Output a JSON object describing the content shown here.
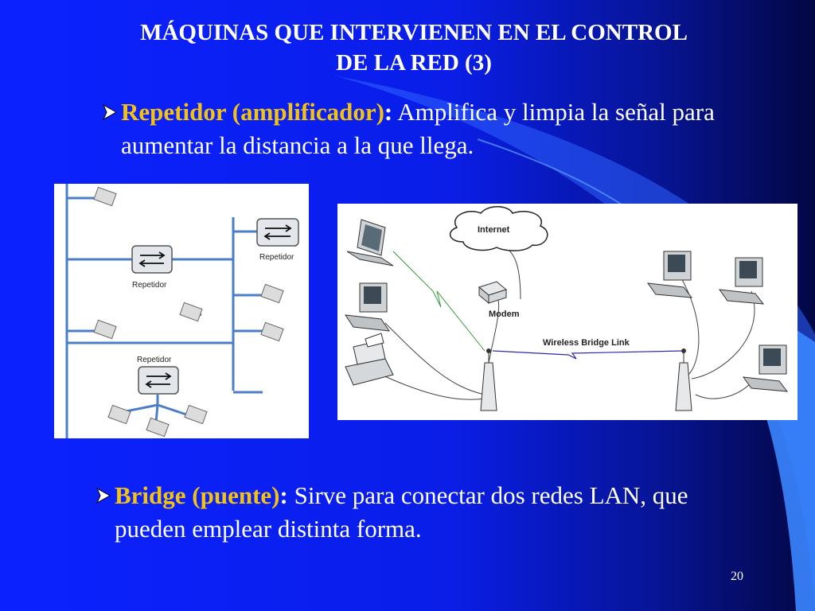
{
  "title_lines": [
    "MÁQUINAS QUE INTERVIENEN  EN EL CONTROL",
    "DE LA RED (3)"
  ],
  "bullets": [
    {
      "term": "Repetidor (amplificador)",
      "colon": ":",
      "text": " Amplifica y limpia la señal para aumentar la distancia a la que llega."
    },
    {
      "term": "Bridge (puente)",
      "colon": ":",
      "text": " Sirve para conectar dos redes LAN, que pueden emplear distinta forma."
    }
  ],
  "figure1": {
    "labels": [
      "Repetidor",
      "Repetidor",
      "Repetidor"
    ]
  },
  "figure2": {
    "labels": {
      "internet": "Internet",
      "modem": "Modem",
      "link": "Wireless Bridge Link"
    }
  },
  "page_number": "20",
  "colors": {
    "background": "#0a1ee8",
    "term": "#f2c313",
    "text": "#ffffff",
    "accent_swoosh": "#3aa8ff"
  }
}
